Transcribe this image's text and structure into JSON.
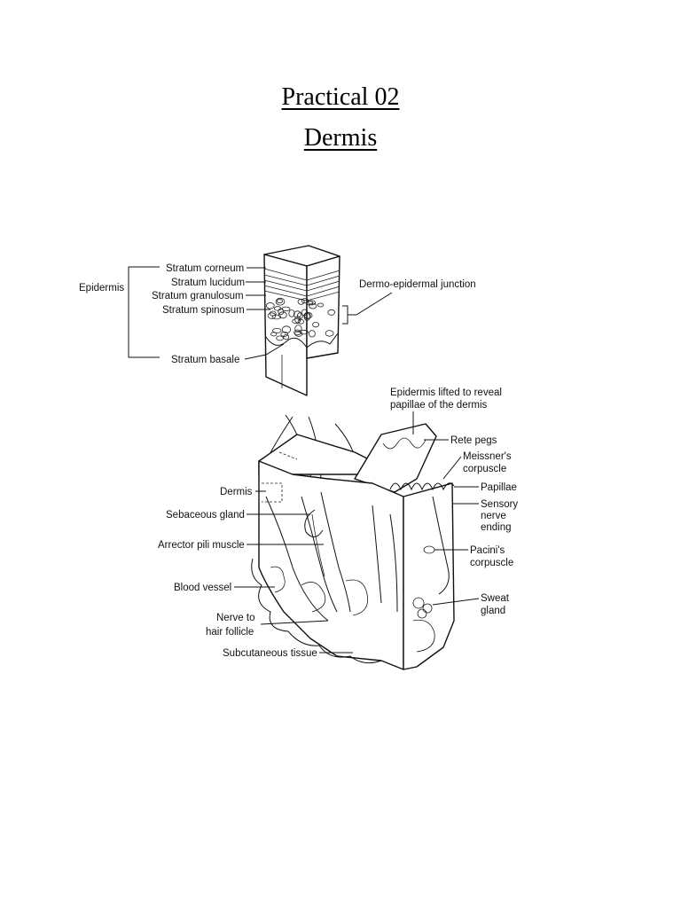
{
  "page": {
    "title": "Practical 02",
    "subtitle": "Dermis"
  },
  "figure": {
    "epidermis_labels": {
      "group": "Epidermis",
      "stratum_corneum": "Stratum corneum",
      "stratum_lucidum": "Stratum lucidum",
      "stratum_granulosum": "Stratum granulosum",
      "stratum_spinosum": "Stratum spinosum",
      "stratum_basale": "Stratum basale",
      "junction": "Dermo-epidermal junction"
    },
    "skin_labels": {
      "lifted_line1": "Epidermis lifted to reveal",
      "lifted_line2": "papillae of the dermis",
      "rete_pegs": "Rete pegs",
      "meissner_line1": "Meissner's",
      "meissner_line2": "corpuscle",
      "papillae": "Papillae",
      "sensory_line1": "Sensory",
      "sensory_line2": "nerve",
      "sensory_line3": "ending",
      "pacini_line1": "Pacini's",
      "pacini_line2": "corpuscle",
      "sweat_line1": "Sweat",
      "sweat_line2": "gland",
      "dermis": "Dermis",
      "sebaceous": "Sebaceous gland",
      "arrector": "Arrector pili muscle",
      "blood_vessel": "Blood vessel",
      "nerve_line1": "Nerve to",
      "nerve_line2": "hair follicle",
      "subcutaneous": "Subcutaneous tissue"
    }
  }
}
